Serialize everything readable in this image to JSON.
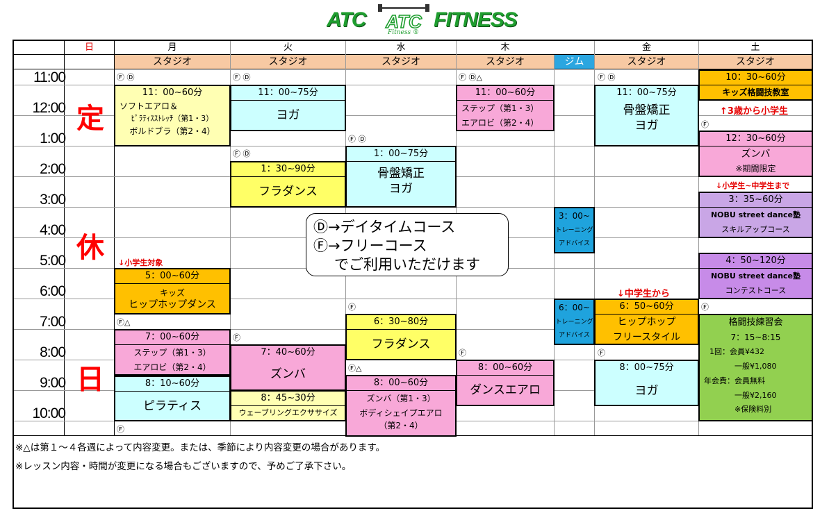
{
  "logo": {
    "left": "ATC",
    "emblem": "ATC",
    "right": "FITNESS",
    "sub": "Fitness ®"
  },
  "days": [
    "日",
    "月",
    "火",
    "水",
    "木",
    "金",
    "土"
  ],
  "studio_label": "スタジオ",
  "gym_label": "ジム",
  "times": [
    "11:00",
    "12:00",
    "1:00",
    "2:00",
    "3:00",
    "4:00",
    "5:00",
    "6:00",
    "7:00",
    "8:00",
    "9:00",
    "10:00"
  ],
  "closed": {
    "c1": "定",
    "c2": "休",
    "c3": "日"
  },
  "marks": {
    "mon_f_d": "Ⓕ Ⓓ",
    "tue_f_d1": "Ⓕ Ⓓ",
    "thu_f_d": "Ⓕ Ⓓ△",
    "fri_f_d": "Ⓕ Ⓓ",
    "wed_f_d": "Ⓕ Ⓓ",
    "tue_f_d2": "Ⓕ Ⓓ",
    "sat_f1": "Ⓕ",
    "wed_f1": "Ⓕ",
    "sat_f2": "Ⓕ",
    "mon_f_tri": "Ⓕ△",
    "tue_f1": "Ⓕ",
    "thu_f1": "Ⓕ",
    "fri_f1": "Ⓕ",
    "wed_f_tri": "Ⓕ△",
    "mon_f2": "Ⓕ"
  },
  "notes": {
    "mon_kids": "↓小学生対象",
    "sat_age": "↑3歳から小学生",
    "sat_mid": "↓小学生~中学生まで",
    "fri_mid": "↓中学生から"
  },
  "lessons": {
    "mon1": {
      "time": "11：00~60分",
      "l1": "ソフトエアロ＆",
      "l2": "ﾋﾟﾗﾃｨｽｽﾄﾚｯﾁ（第1・3）",
      "l3": "ボルドブラ（第2・4）"
    },
    "mon2": {
      "time": "5：00~60分",
      "l1": "キッズ",
      "l2": "ヒップホップダンス"
    },
    "mon3": {
      "time": "7：00~60分",
      "l1": "ステップ（第1・3）",
      "l2": "エアロビ（第2・4）"
    },
    "mon4": {
      "time": "8：10~60分",
      "l1": "ピラティス"
    },
    "tue1": {
      "time": "11：00~75分",
      "l1": "ヨガ"
    },
    "tue2": {
      "time": "1：30~90分",
      "l1": "フラダンス"
    },
    "tue3": {
      "time": "7：40~60分",
      "l1": "ズンバ"
    },
    "tue4": {
      "time": "8：45~30分",
      "l1": "ウェーブリングエクササイズ"
    },
    "wed1": {
      "time": "1：00~75分",
      "l1": "骨盤矯正",
      "l2": "ヨガ"
    },
    "wed2": {
      "time": "6：30~80分",
      "l1": "フラダンス"
    },
    "wed3": {
      "time": "8：00~60分",
      "l1": "ズンバ（第1・3）",
      "l2": "ボディシェイプエアロ",
      "l3": "（第2・4）"
    },
    "thu1": {
      "time": "11：00~60分",
      "l1": "ステップ（第1・3）",
      "l2": "エアロビ（第2・4）"
    },
    "thu2": {
      "time": "8：00~60分",
      "l1": "ダンスエアロ"
    },
    "gym1": {
      "time": "3：00~",
      "l1": "トレーニング",
      "l2": "アドバイス"
    },
    "gym2": {
      "time": "6：00~",
      "l1": "トレーニング",
      "l2": "アドバイス"
    },
    "fri1": {
      "time": "11：00~75分",
      "l1": "骨盤矯正",
      "l2": "ヨガ"
    },
    "fri2": {
      "time": "6：50~60分",
      "l1": "ヒップホップ",
      "l2": "フリースタイル"
    },
    "fri3": {
      "time": "8：00~75分",
      "l1": "ヨガ"
    },
    "sat1": {
      "time": "10：30~60分",
      "l1": "キッズ格闘技教室"
    },
    "sat2": {
      "time": "12：30~60分",
      "l1": "ズンバ",
      "l2": "※期間限定"
    },
    "sat3": {
      "time": "3：35~60分",
      "l1": "NOBU street dance塾",
      "l2": "スキルアップコース"
    },
    "sat4": {
      "time": "4：50~120分",
      "l1": "NOBU street dance塾",
      "l2": "コンテストコース"
    },
    "sat5": {
      "title": "格闘技練習会",
      "l1": "7：15~8:15",
      "l2": "1回：会員¥432",
      "l3": "一般¥1,080",
      "l4": "年会費：会員無料",
      "l5": "一般¥2,160",
      "l6": "※保険料別"
    }
  },
  "legend": {
    "l1": "Ⓓ→デイタイムコース",
    "l2": "Ⓕ→フリーコース",
    "l3": "でご利用いただけます"
  },
  "footnotes": {
    "f1": "※△は第１～４各週によって内容変更。または、季節により内容変更の場合があります。",
    "f2": "※レッスン内容・時間が変更になる場合もございますので、予めご了承下さい。"
  }
}
